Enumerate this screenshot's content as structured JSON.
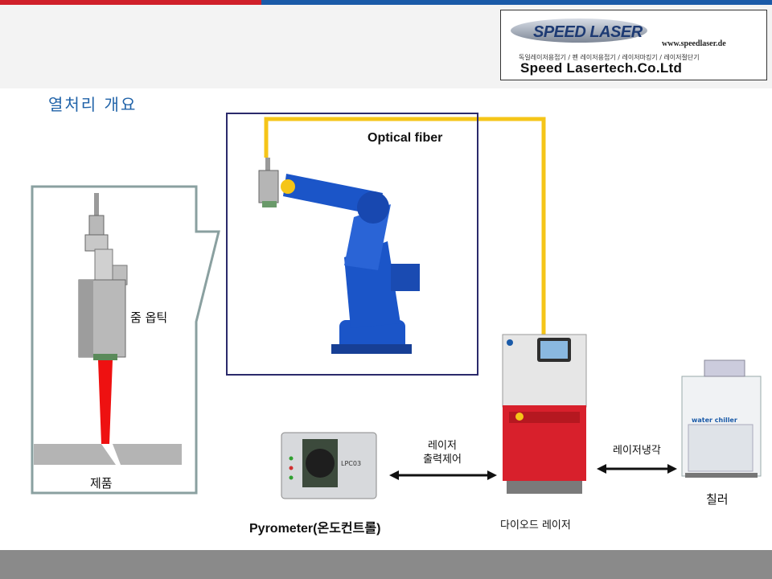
{
  "logo": {
    "brand": "SPEED LASER",
    "url": "www.speedlaser.de",
    "subtitle": "독일레이저용접기 / 펜 레이저용접기 / 레이저마킹기 / 레이저절단기",
    "company": "Speed Lasertech.Co.Ltd"
  },
  "slide": {
    "title": "열처리 개요"
  },
  "callout": {
    "head_label": "줌 옵틱",
    "product_label": "제품"
  },
  "robot": {
    "fiber_label": "Optical fiber"
  },
  "pyrometer": {
    "device_text": "LPC03",
    "label": "Pyrometer(온도컨트롤)"
  },
  "link_power": {
    "line1": "레이저",
    "line2": "출력제어"
  },
  "diode": {
    "label": "다이오드 레이저"
  },
  "link_cooling": {
    "label": "레이저냉각"
  },
  "chiller": {
    "label": "칠러",
    "panel_text": "water chiller"
  },
  "colors": {
    "fiber": "#f5c518",
    "frame": "#2b2a6b",
    "callout_border": "#8aa0a0",
    "robot": "#1b55c8",
    "beam": "#ee1111",
    "laser_red": "#d8202c",
    "title_blue": "#1f62a8"
  }
}
